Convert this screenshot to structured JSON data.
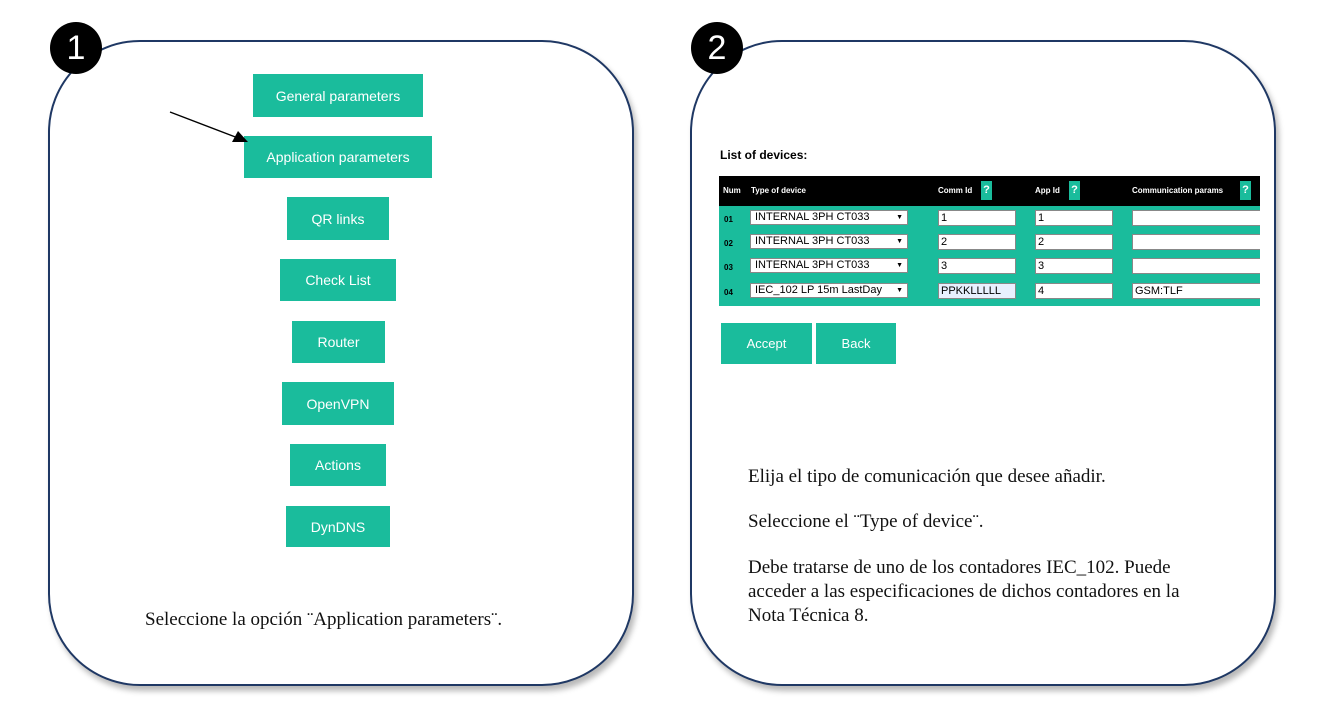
{
  "step1": {
    "number": "1",
    "menu": [
      "General parameters",
      "Application parameters",
      "QR links",
      "Check List",
      "Router",
      "OpenVPN",
      "Actions",
      "DynDNS"
    ],
    "caption": "Seleccione la opción ¨Application parameters¨."
  },
  "step2": {
    "number": "2",
    "list_title": "List of devices:",
    "columns": {
      "num": "Num",
      "type": "Type of device",
      "comm_id": "Comm Id",
      "app_id": "App Id",
      "comm_params": "Communication params",
      "help": "?"
    },
    "rows": [
      {
        "num": "01",
        "type": "INTERNAL 3PH CT033",
        "comm_id": "1",
        "app_id": "1",
        "params": ""
      },
      {
        "num": "02",
        "type": "INTERNAL 3PH CT033",
        "comm_id": "2",
        "app_id": "2",
        "params": ""
      },
      {
        "num": "03",
        "type": "INTERNAL 3PH CT033",
        "comm_id": "3",
        "app_id": "3",
        "params": ""
      },
      {
        "num": "04",
        "type": "IEC_102 LP 15m LastDay",
        "comm_id": "PPKKLLLLL",
        "app_id": "4",
        "params": "GSM:TLF"
      }
    ],
    "buttons": {
      "accept": "Accept",
      "back": "Back"
    },
    "caption_lines": [
      "Elija el tipo de comunicación que desee añadir.",
      "Seleccione el ¨Type of device¨.",
      "Debe tratarse de uno de los contadores IEC_102. Puede",
      "acceder a las especificaciones de dichos contadores en la",
      "Nota Técnica 8."
    ]
  },
  "colors": {
    "accent": "#1abc9c",
    "frame": "#1f3864",
    "header": "#000000"
  },
  "icons": {
    "caret": "chevron-down-icon",
    "help": "help-icon"
  }
}
